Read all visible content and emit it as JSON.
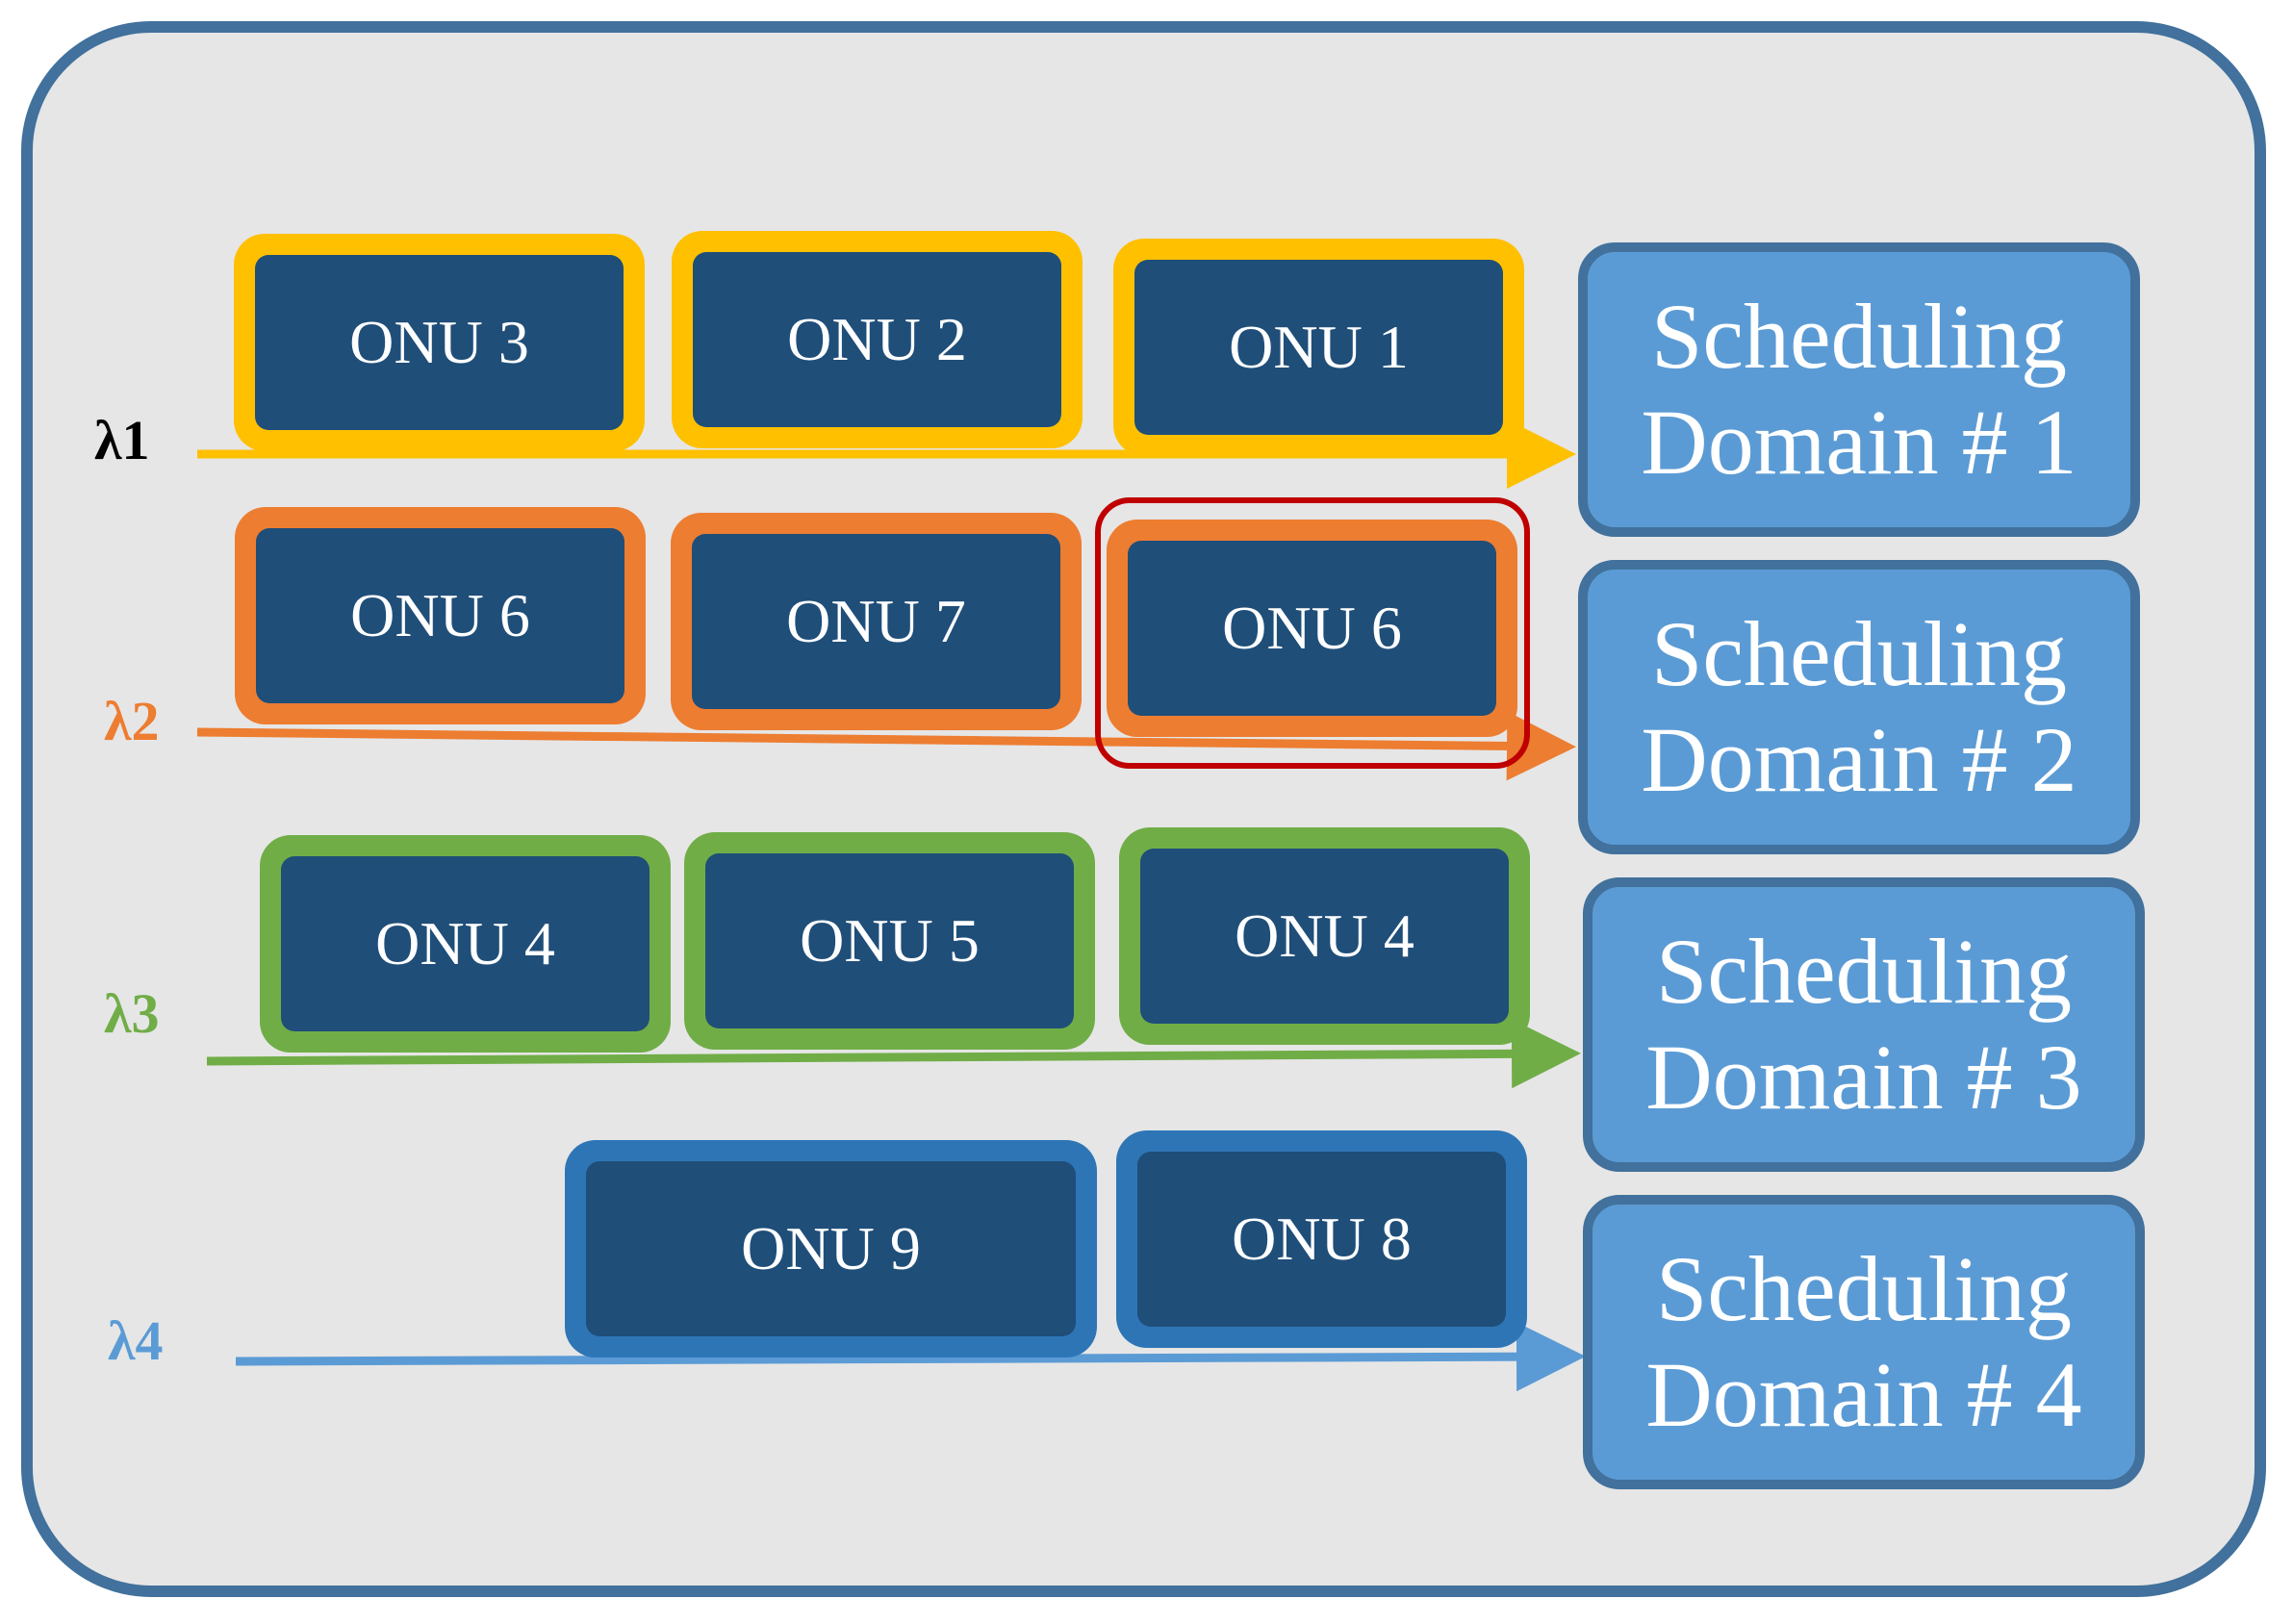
{
  "colors": {
    "lane1": "#ffc000",
    "lane2": "#ed7d31",
    "lane3": "#70ad47",
    "lane4": "#2e75b6",
    "lane4_line": "#5b9bd5",
    "onu_fill": "#1f4e79",
    "domain_fill": "#5b9bd5",
    "domain_border": "#41719c",
    "highlight": "#c00000"
  },
  "lanes": [
    {
      "label": "λ1",
      "onus": [
        "ONU 3",
        "ONU 2",
        "ONU 1"
      ],
      "domain_line1": "Scheduling",
      "domain_line2": "Domain # 1"
    },
    {
      "label": "λ2",
      "onus": [
        "ONU 6",
        "ONU 7",
        "ONU 6"
      ],
      "domain_line1": "Scheduling",
      "domain_line2": "Domain # 2"
    },
    {
      "label": "λ3",
      "onus": [
        "ONU 4",
        "ONU 5",
        "ONU 4"
      ],
      "domain_line1": "Scheduling",
      "domain_line2": "Domain # 3"
    },
    {
      "label": "λ4",
      "onus": [
        "ONU 9",
        "ONU 8"
      ],
      "domain_line1": "Scheduling",
      "domain_line2": "Domain # 4"
    }
  ]
}
